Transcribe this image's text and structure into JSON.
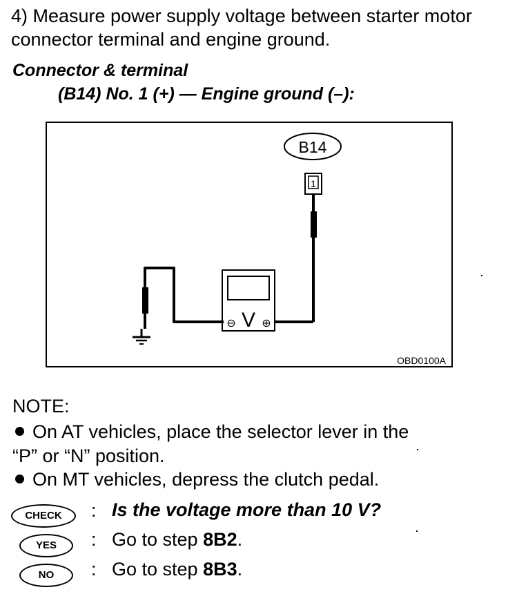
{
  "step": {
    "text": "4)  Measure power supply voltage between starter motor connector terminal and engine ground."
  },
  "connector": {
    "heading": "Connector & terminal",
    "subheading": "(B14) No. 1 (+) — Engine ground (–):"
  },
  "figure": {
    "connector_label": "B14",
    "terminal_number": "1",
    "meter_symbol": "V",
    "minus_symbol": "⊖",
    "plus_symbol": "⊕",
    "figure_code": "OBD0100A"
  },
  "note": {
    "title": "NOTE:",
    "items": [
      "On AT vehicles, place the selector lever in the",
      "“P” or “N” position.",
      "On MT vehicles, depress the clutch pedal."
    ]
  },
  "check": {
    "label": "CHECK",
    "colon": ":",
    "question": "Is the voltage more than 10 V?"
  },
  "yes": {
    "label": "YES",
    "colon": ":",
    "text": "Go to step ",
    "step": "8B2",
    "end": "."
  },
  "no": {
    "label": "NO",
    "colon": ":",
    "text": "Go to step ",
    "step": "8B3",
    "end": "."
  }
}
